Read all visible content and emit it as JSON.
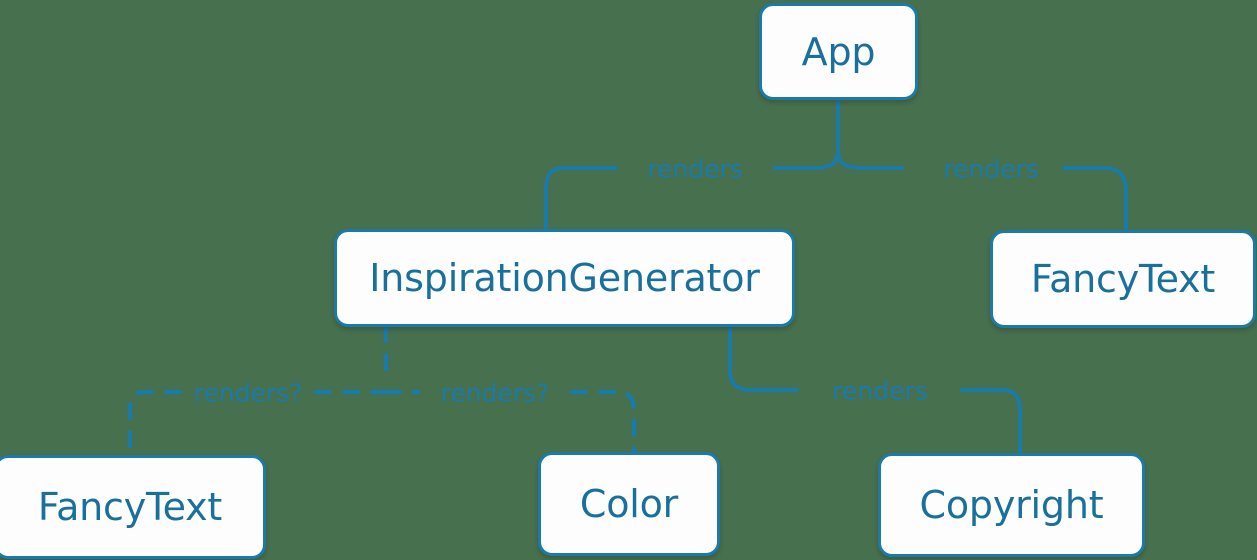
{
  "diagram": {
    "type": "component-render-tree",
    "background_color": "#47704e",
    "node_fill": "#fdfdfd",
    "node_border_color": "#1b7aa8",
    "node_text_color": "#19709c",
    "edge_color": "#1b7aa8",
    "nodes": [
      {
        "id": "app",
        "label": "App"
      },
      {
        "id": "inspiration-generator",
        "label": "InspirationGenerator"
      },
      {
        "id": "fancytext-right",
        "label": "FancyText"
      },
      {
        "id": "fancytext-bottom",
        "label": "FancyText"
      },
      {
        "id": "color",
        "label": "Color"
      },
      {
        "id": "copyright",
        "label": "Copyright"
      }
    ],
    "edges": [
      {
        "from": "app",
        "to": "inspiration-generator",
        "label": "renders",
        "style": "solid"
      },
      {
        "from": "app",
        "to": "fancytext-right",
        "label": "renders",
        "style": "solid"
      },
      {
        "from": "inspiration-generator",
        "to": "fancytext-bottom",
        "label": "renders?",
        "style": "dashed"
      },
      {
        "from": "inspiration-generator",
        "to": "color",
        "label": "renders?",
        "style": "dashed"
      },
      {
        "from": "inspiration-generator",
        "to": "copyright",
        "label": "renders",
        "style": "solid"
      }
    ]
  }
}
